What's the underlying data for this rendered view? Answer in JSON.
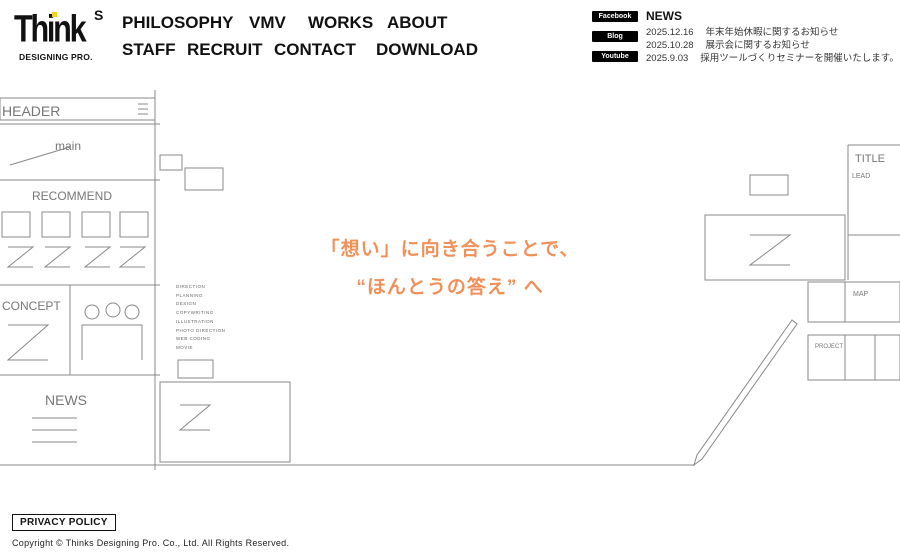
{
  "logo": {
    "word": "Think",
    "sup": "S",
    "sub": "DESIGNING PRO."
  },
  "nav": [
    {
      "label": "PHILOSOPHY"
    },
    {
      "label": "VMV"
    },
    {
      "label": "WORKS"
    },
    {
      "label": "ABOUT"
    },
    {
      "label": "STAFF"
    },
    {
      "label": "RECRUIT"
    },
    {
      "label": "CONTACT"
    },
    {
      "label": "DOWNLOAD"
    }
  ],
  "social": [
    {
      "label": "Facebook"
    },
    {
      "label": "Blog"
    },
    {
      "label": "Youtube"
    }
  ],
  "news": {
    "title": "NEWS",
    "items": [
      {
        "date": "2025.12.16",
        "text": "年末年始休暇に関するお知らせ"
      },
      {
        "date": "2025.10.28",
        "text": "展示会に関するお知らせ"
      },
      {
        "date": "2025.9.03",
        "text": "採用ツールづくりセミナーを開催いたします。"
      }
    ]
  },
  "tagline": {
    "line1": "「想い」に向き合うことで、",
    "line2": "“ほんとうの答え” へ"
  },
  "services": [
    "DIRECTION",
    "PLANNING",
    "DESIGN",
    "COPYWRITING",
    "ILLUSTRATION",
    "PHOTO DIRECTION",
    "WEB CODING",
    "MOVIE"
  ],
  "sketch_labels": {
    "header": "HEADER",
    "main": "main",
    "recommend": "RECOMMEND",
    "concept": "CONCEPT",
    "news": "NEWS",
    "title": "TITLE",
    "lead": "LEAD",
    "map": "MAP",
    "project": "PROJECT"
  },
  "footer": {
    "privacy": "PRIVACY POLICY",
    "copyright": "Copyright © Thinks Designing Pro. Co., Ltd. All Rights Reserved."
  },
  "colors": {
    "accent": "#f0915a",
    "logo_dot": "#f2d21b"
  }
}
